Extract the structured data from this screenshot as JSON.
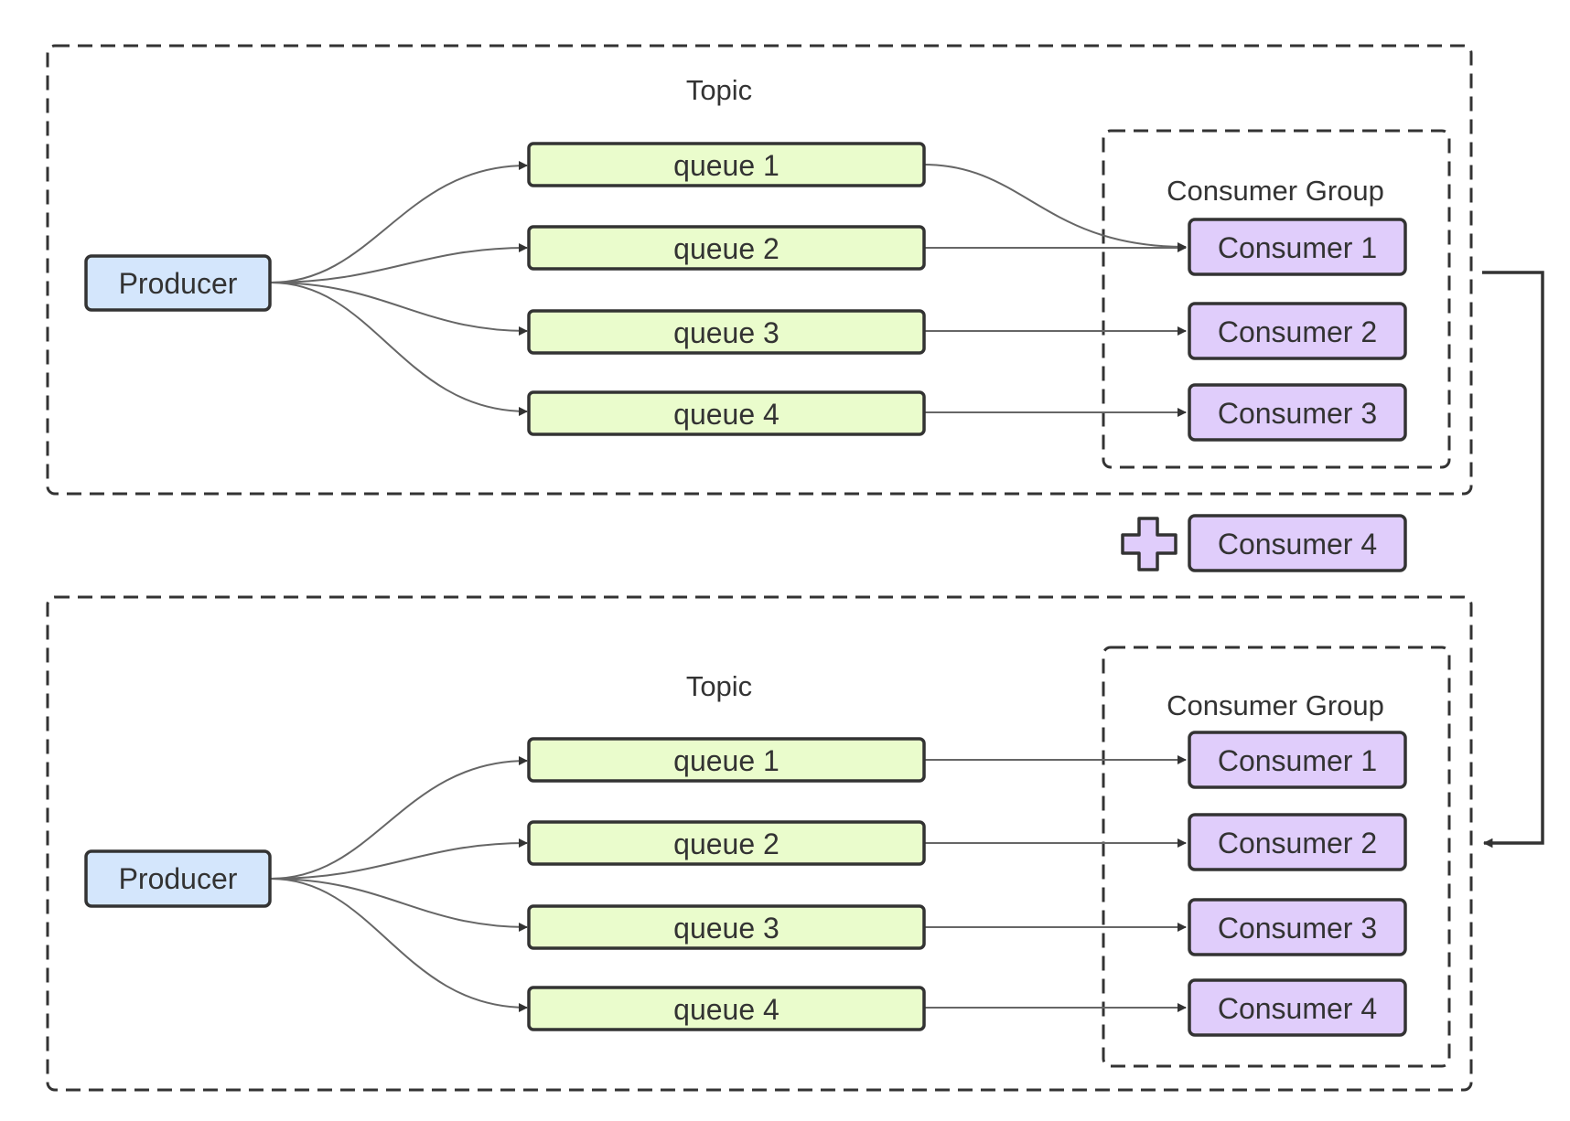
{
  "diagram": {
    "topic_label": "Topic",
    "group_label": "Consumer Group",
    "producer_label": "Producer",
    "queues": [
      "queue 1",
      "queue 2",
      "queue 3",
      "queue 4"
    ],
    "top": {
      "consumers": [
        "Consumer 1",
        "Consumer 2",
        "Consumer 3"
      ],
      "edges": [
        {
          "from": "queue 1",
          "to": "Consumer 1"
        },
        {
          "from": "queue 2",
          "to": "Consumer 1"
        },
        {
          "from": "queue 3",
          "to": "Consumer 2"
        },
        {
          "from": "queue 4",
          "to": "Consumer 3"
        }
      ]
    },
    "added_consumer": "Consumer 4",
    "add_icon": "plus-icon",
    "bottom": {
      "consumers": [
        "Consumer 1",
        "Consumer 2",
        "Consumer 3",
        "Consumer 4"
      ],
      "edges": [
        {
          "from": "queue 1",
          "to": "Consumer 1"
        },
        {
          "from": "queue 2",
          "to": "Consumer 2"
        },
        {
          "from": "queue 3",
          "to": "Consumer 3"
        },
        {
          "from": "queue 4",
          "to": "Consumer 4"
        }
      ]
    },
    "colors": {
      "producer": "#d4e6fc",
      "queue": "#eafccc",
      "consumer": "#e0cdfb",
      "stroke": "#333333"
    }
  }
}
